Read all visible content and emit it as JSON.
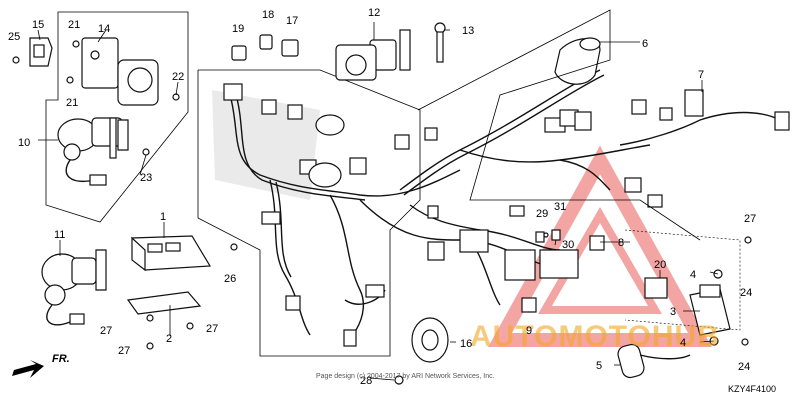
{
  "diagram": {
    "part_numbers": [
      "1",
      "2",
      "3",
      "4",
      "5",
      "6",
      "7",
      "8",
      "9",
      "10",
      "11",
      "12",
      "13",
      "14",
      "15",
      "16",
      "17",
      "18",
      "19",
      "20",
      "21",
      "22",
      "23",
      "24",
      "25",
      "26",
      "27",
      "28",
      "29",
      "30",
      "31"
    ],
    "diagram_code": "KZY4F4100",
    "direction_label": "FR.",
    "footer_text": "Page design (c) 2004-2017 by ARI Network Services, Inc.",
    "watermark": {
      "text": "AUTOMOTOHUB",
      "color_orange": "#f5a623",
      "color_red": "#e53935"
    }
  },
  "labels": {
    "l1": "1",
    "l2": "2",
    "l3": "3",
    "l4a": "4",
    "l4b": "4",
    "l5": "5",
    "l6": "6",
    "l7": "7",
    "l8": "8",
    "l9": "9",
    "l10": "10",
    "l11": "11",
    "l12": "12",
    "l13": "13",
    "l14": "14",
    "l15": "15",
    "l16": "16",
    "l17": "17",
    "l18": "18",
    "l19": "19",
    "l20": "20",
    "l21a": "21",
    "l21b": "21",
    "l22": "22",
    "l23": "23",
    "l24a": "24",
    "l24b": "24",
    "l25": "25",
    "l26": "26",
    "l27a": "27",
    "l27b": "27",
    "l27c": "27",
    "l27d": "27",
    "l28": "28",
    "l29": "29",
    "l30": "30",
    "l31": "31"
  }
}
